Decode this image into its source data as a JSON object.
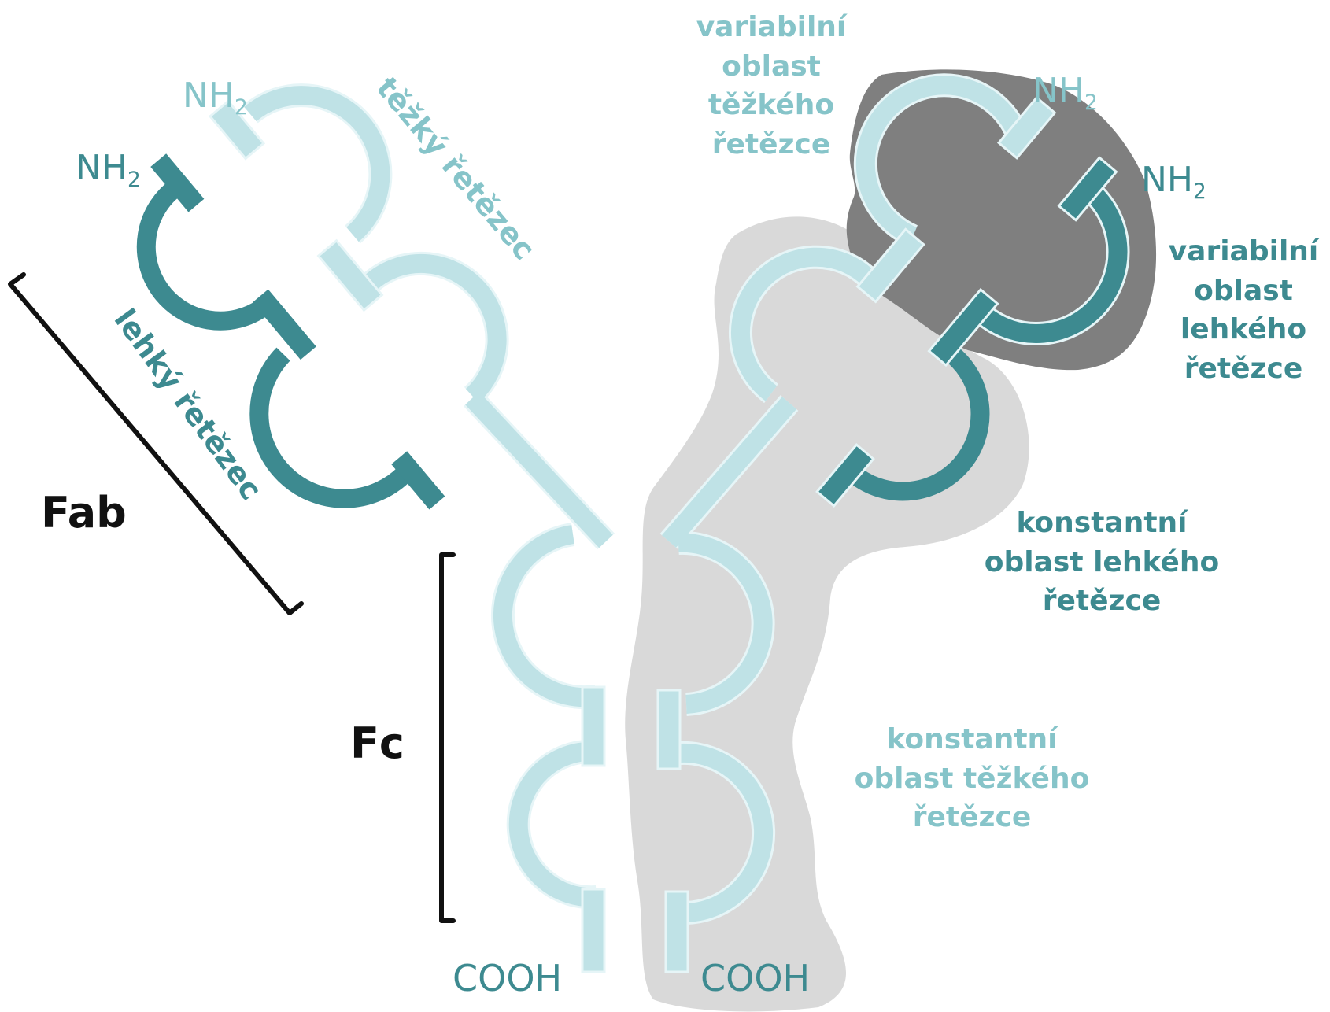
{
  "labels": {
    "nh2": "NH",
    "nh2_sub": "2",
    "cooh": "COOH",
    "heavy_chain": "těžký řetězec",
    "light_chain": "lehký řetězec",
    "fab": "Fab",
    "fc": "Fc",
    "var_heavy": "variabilní\noblast\ntěžkého\nřetězce",
    "var_light": "variabilní\noblast\nlehkého\nřetězce",
    "const_light": "konstantní\noblast lehkého\nřetězce",
    "const_heavy": "konstantní\noblast těžkého\nřetězce"
  },
  "colors": {
    "heavy_chain": "#bfe2e6",
    "heavy_chain_outline": "#e6f5f7",
    "light_chain": "#3d8a90",
    "variable_region_shade": "#7f7f7f",
    "constant_region_shade": "#d9d9d9",
    "bracket": "#111111"
  }
}
